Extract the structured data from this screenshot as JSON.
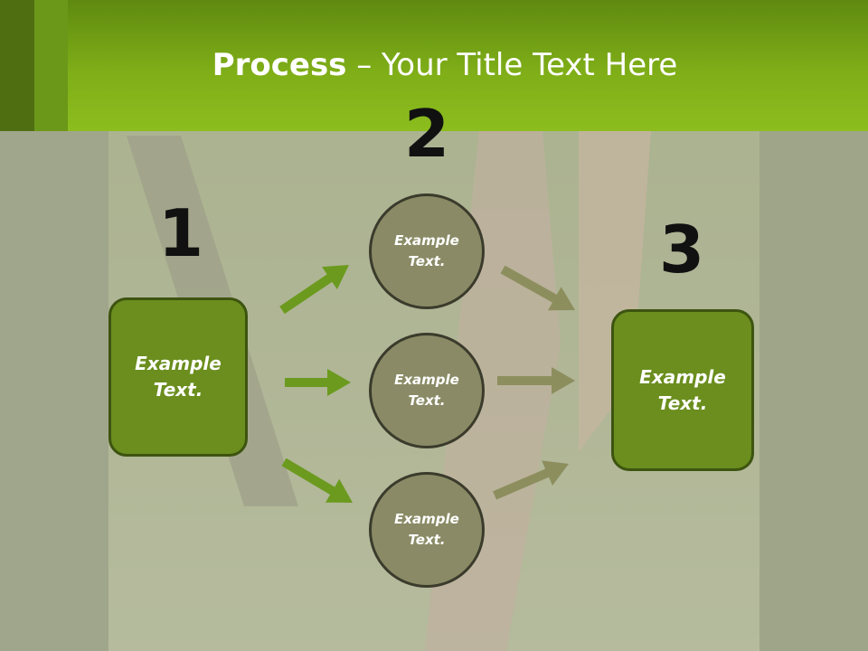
{
  "title": {
    "bold": "Process",
    "rest": " – Your Title Text Here"
  },
  "steps": [
    {
      "number": "1",
      "label_line1": "Example",
      "label_line2": "Text."
    },
    {
      "number": "2"
    },
    {
      "number": "3",
      "label_line1": "Example",
      "label_line2": "Text."
    }
  ],
  "circles": [
    {
      "label_line1": "Example",
      "label_line2": "Text."
    },
    {
      "label_line1": "Example",
      "label_line2": "Text."
    },
    {
      "label_line1": "Example",
      "label_line2": "Text."
    }
  ],
  "colors": {
    "header": "#7fae18",
    "box_fill": "#6b8e1e",
    "circle_fill": "#8a8b66",
    "green_arrow": "#6b9a1e",
    "olive_arrow": "#8d8e5e"
  }
}
